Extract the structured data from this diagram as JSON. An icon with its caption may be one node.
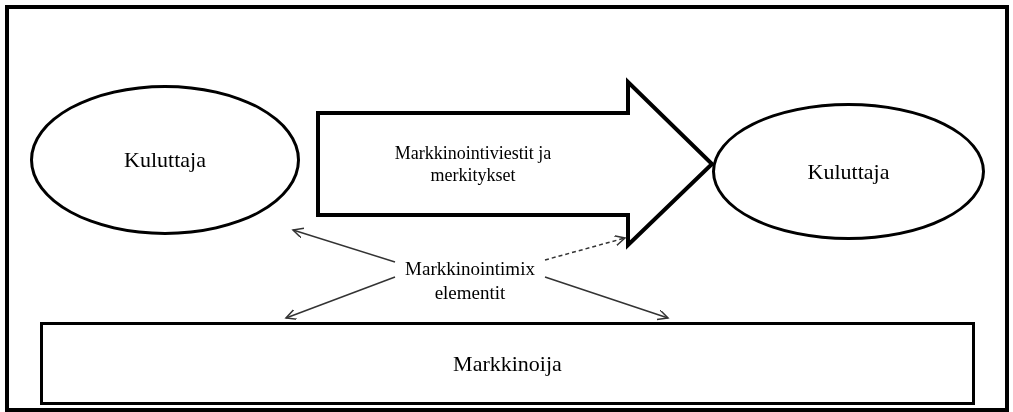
{
  "diagram": {
    "nodes": [
      {
        "text": [
          "Kuluttaja"
        ]
      },
      {
        "text": [
          "Kuluttaja"
        ]
      },
      {
        "text": [
          "Markkinointimix elementit"
        ]
      },
      {
        "text": [
          "Markkinoija"
        ]
      }
    ],
    "edges": [
      {
        "from": 0,
        "to": 1,
        "arrow": "to",
        "label": "Markkinointiviestit ja merkitykset",
        "style": "thick"
      },
      {
        "from": 2,
        "to": 0,
        "arrow": "to"
      },
      {
        "from": 2,
        "to": 3,
        "arrow": "to"
      },
      {
        "from": 2,
        "to": null,
        "arrow": "to",
        "style": "dashed"
      },
      {
        "from": 2,
        "to": 3,
        "arrow": "to"
      }
    ]
  }
}
